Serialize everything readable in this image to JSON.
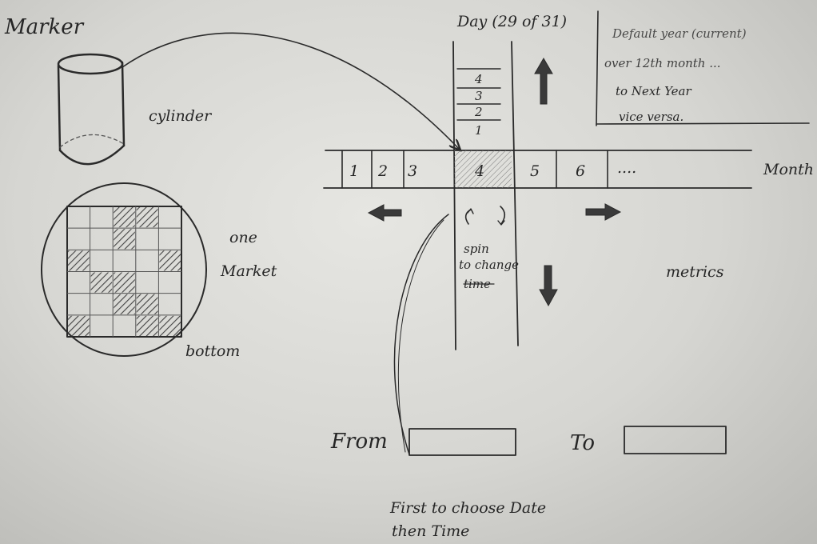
{
  "marker": {
    "title": "Marker",
    "cylinder_label": "cylinder",
    "one_market_label_1": "one",
    "one_market_label_2": "Market",
    "bottom_label": "bottom"
  },
  "day_column": {
    "title": "Day (29 of 31)",
    "values": [
      "4",
      "3",
      "2",
      "1"
    ]
  },
  "month_row": {
    "label": "Month",
    "cells": [
      "1",
      "2",
      "3",
      "4",
      "5",
      "6",
      "...."
    ],
    "selected_index": 3
  },
  "spin_note": [
    "spin",
    "to change",
    "time"
  ],
  "metrics_label": "metrics",
  "note_box": [
    "Default year (current)",
    "over 12th month ...",
    "to Next Year",
    "vice versa."
  ],
  "range": {
    "from_label": "From",
    "to_label": "To",
    "from_value": "",
    "to_value": ""
  },
  "footer_note": [
    "First to choose Date",
    "then Time"
  ],
  "grid": {
    "rows": 6,
    "cols": 5,
    "shaded": [
      [
        0,
        2
      ],
      [
        0,
        3
      ],
      [
        1,
        2
      ],
      [
        2,
        0
      ],
      [
        3,
        1
      ],
      [
        3,
        2
      ],
      [
        4,
        2
      ],
      [
        4,
        3
      ],
      [
        5,
        0
      ],
      [
        5,
        3
      ],
      [
        5,
        4
      ],
      [
        2,
        4
      ]
    ]
  }
}
